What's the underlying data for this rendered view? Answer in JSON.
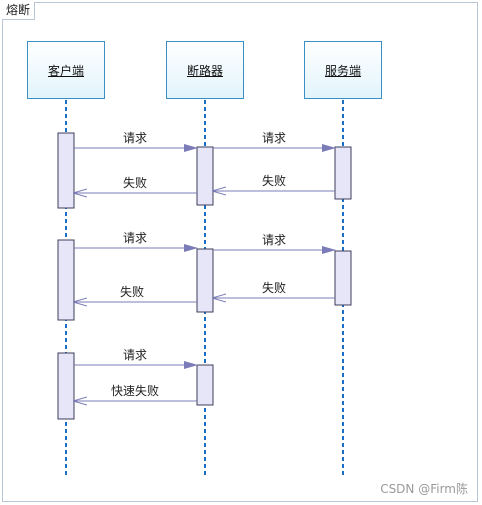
{
  "frame_title": "熔断",
  "participants": [
    {
      "id": "client",
      "label": "客户端"
    },
    {
      "id": "breaker",
      "label": "断路器"
    },
    {
      "id": "service",
      "label": "服务端"
    }
  ],
  "messages": [
    {
      "label": "请求",
      "from": "client",
      "to": "breaker",
      "style": "solid"
    },
    {
      "label": "请求",
      "from": "breaker",
      "to": "service",
      "style": "solid"
    },
    {
      "label": "失败",
      "from": "service",
      "to": "breaker",
      "style": "reply"
    },
    {
      "label": "失败",
      "from": "breaker",
      "to": "client",
      "style": "reply"
    },
    {
      "label": "请求",
      "from": "client",
      "to": "breaker",
      "style": "solid"
    },
    {
      "label": "请求",
      "from": "breaker",
      "to": "service",
      "style": "solid"
    },
    {
      "label": "失败",
      "from": "service",
      "to": "breaker",
      "style": "reply"
    },
    {
      "label": "失败",
      "from": "breaker",
      "to": "client",
      "style": "reply"
    },
    {
      "label": "请求",
      "from": "client",
      "to": "breaker",
      "style": "solid"
    },
    {
      "label": "快速失败",
      "from": "breaker",
      "to": "client",
      "style": "reply"
    }
  ],
  "watermark": "CSDN @Firm陈",
  "colors": {
    "lifeline": "#1a6fc4",
    "participant_border": "#3a8fc6",
    "activation_fill": "#e6e6f8",
    "activation_border": "#3c3c5a",
    "arrow": "#7b7bb8"
  }
}
